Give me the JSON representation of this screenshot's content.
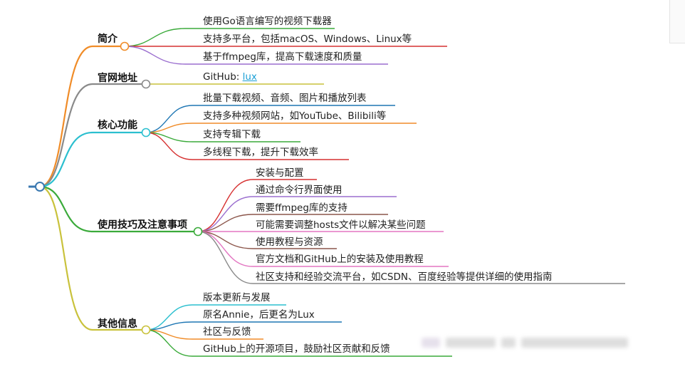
{
  "branches": [
    {
      "label": "简介",
      "color": "#f08c28",
      "children": [
        {
          "text": "使用Go语言编写的视频下载器",
          "color": "#3aaa3a"
        },
        {
          "text": "支持多平台，包括macOS、Windows、Linux等",
          "color": "#d63030"
        },
        {
          "text": "基于ffmpeg库，提高下载速度和质量",
          "color": "#9b6fcf"
        }
      ]
    },
    {
      "label": "官网地址",
      "color": "#8a8a8a",
      "children": [
        {
          "text": "GitHub: ",
          "link": "lux",
          "color": "#c9c23c"
        }
      ]
    },
    {
      "label": "核心功能",
      "color": "#2bbfcf",
      "children": [
        {
          "text": "批量下载视频、音频、图片和播放列表",
          "color": "#1f77b4"
        },
        {
          "text": "支持多种视频网站，如YouTube、Bilibili等",
          "color": "#f08c28"
        },
        {
          "text": "支持专辑下载",
          "color": "#3aaa3a"
        },
        {
          "text": "多线程下载，提升下载效率",
          "color": "#d63030"
        }
      ]
    },
    {
      "label": "使用技巧及注意事项",
      "color": "#3aaa3a",
      "children": [
        {
          "text": "安装与配置",
          "color": "#d63030"
        },
        {
          "text": "通过命令行界面使用",
          "color": "#9b6fcf"
        },
        {
          "text": "需要ffmpeg库的支持",
          "color": "#8c564b"
        },
        {
          "text": "可能需要调整hosts文件以解决某些问题",
          "color": "#e377c2"
        },
        {
          "text": "使用教程与资源",
          "color": "#8c564b"
        },
        {
          "text": "官方文档和GitHub上的安装及使用教程",
          "color": "#e377c2"
        },
        {
          "text": "社区支持和经验交流平台，如CSDN、百度经验等提供详细的使用指南",
          "color": "#8a8a8a"
        }
      ]
    },
    {
      "label": "其他信息",
      "color": "#c9c23c",
      "children": [
        {
          "text": "版本更新与发展",
          "color": "#2bbfcf"
        },
        {
          "text": "原名Annie，后更名为Lux",
          "color": "#1f77b4"
        },
        {
          "text": "社区与反馈",
          "color": "#f08c28"
        },
        {
          "text": "GitHub上的开源项目，鼓励社区贡献和反馈",
          "color": "#3aaa3a"
        }
      ]
    }
  ]
}
